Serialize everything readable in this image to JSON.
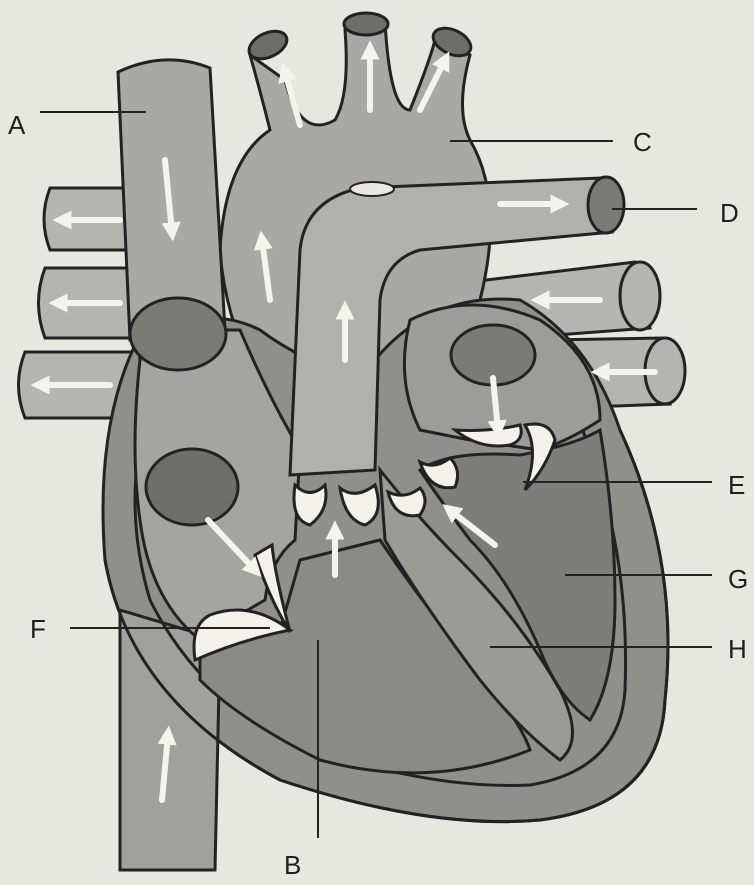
{
  "labels": {
    "A": "A",
    "B": "B",
    "C": "C",
    "D": "D",
    "E": "E",
    "F": "F",
    "G": "G",
    "H": "H"
  },
  "colors": {
    "background": "#e6e7e0",
    "vessel_fill": "#a8a8a4",
    "chamber_fill": "#8f8f8b",
    "dark_chamber_fill": "#7d7d79",
    "valve_fill": "#f2f2ea",
    "outline": "#222222",
    "arrow": "#f4f4ee"
  },
  "icons": {
    "flow_arrows": "blood-flow-arrow-icon"
  }
}
